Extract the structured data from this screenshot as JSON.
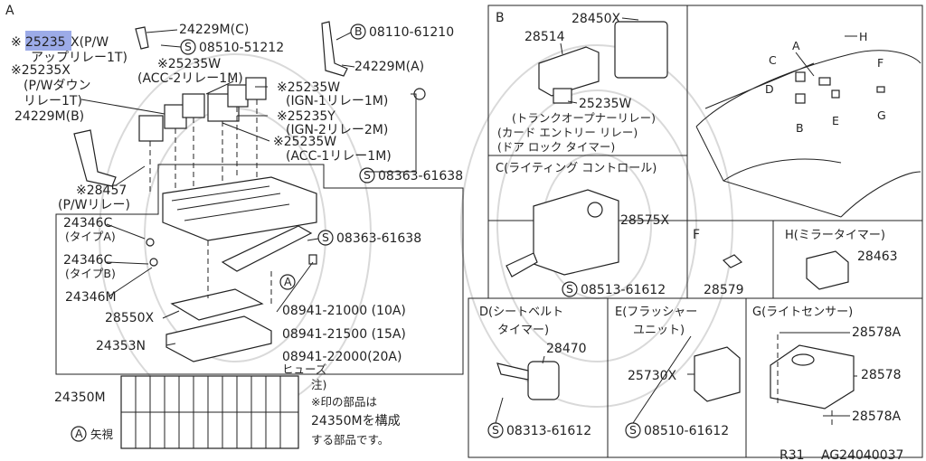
{
  "diagram": {
    "highlight_color": "#7b8fe0",
    "panels": {
      "A": {
        "letter": "A",
        "callouts": [
          {
            "text": "24229M(C)"
          },
          {
            "text": "※",
            "highlight": "25235",
            "rest": "X(P/W"
          },
          {
            "text": "アップリレー1T)"
          },
          {
            "text": "08510-51212"
          },
          {
            "text": "08110-61210"
          },
          {
            "text": "24229M(A)"
          },
          {
            "text": "※25235W"
          },
          {
            "text": "(ACC-2リレー1M)"
          },
          {
            "text": "※25235X"
          },
          {
            "text": "(P/Wダウン"
          },
          {
            "text": "リレー1T)"
          },
          {
            "text": "24229M(B)"
          },
          {
            "text": "※25235W"
          },
          {
            "text": "(IGN-1リレー1M)"
          },
          {
            "text": "※25235Y"
          },
          {
            "text": "(IGN-2リレー2M)"
          },
          {
            "text": "※25235W"
          },
          {
            "text": "(ACC-1リレー1M)"
          },
          {
            "text": "08363-61638"
          },
          {
            "text": "※28457"
          },
          {
            "text": "(P/Wリレー)"
          },
          {
            "text": "24346C"
          },
          {
            "text": "(タイプA)"
          },
          {
            "text": "24346C"
          },
          {
            "text": "(タイプB)"
          },
          {
            "text": "24346M"
          },
          {
            "text": "08363-61638"
          },
          {
            "text": "28550X"
          },
          {
            "text": "08941-21000 (10A)"
          },
          {
            "text": "24353N"
          },
          {
            "text": "08941-21500 (15A)"
          },
          {
            "text": "08941-22000(20A)"
          },
          {
            "text": "ヒューズ"
          },
          {
            "text": "24350M"
          },
          {
            "text": "注)"
          },
          {
            "text": "※印の部品は"
          },
          {
            "text": "24350Mを構成"
          },
          {
            "text": "する部品です。"
          },
          {
            "text": "A"
          },
          {
            "text": "矢視"
          },
          {
            "text": "A"
          }
        ]
      },
      "B": {
        "letter": "B",
        "callouts": [
          "28450X",
          "28514",
          "25235W",
          "(トランクオープナーリレー)",
          "(カード エントリー リレー)",
          "(ドア ロック タイマー)"
        ]
      },
      "C": {
        "title": "C(ライティング コントロール)",
        "callouts": [
          "28575X",
          "08513-61612"
        ]
      },
      "F": {
        "letter": "F",
        "callouts": [
          "28579"
        ]
      },
      "H": {
        "title": "H(ミラータイマー)",
        "callouts": [
          "28463"
        ]
      },
      "D": {
        "title": "D(シートベルト",
        "title2": "タイマー)",
        "callouts": [
          "28470",
          "08313-61612"
        ]
      },
      "E": {
        "title": "E(フラッシャー",
        "title2": "ユニット)",
        "callouts": [
          "25730X",
          "08510-61612"
        ]
      },
      "G": {
        "title": "G(ライトセンサー)",
        "callouts": [
          "28578A",
          "28578",
          "28578A"
        ]
      },
      "car": {
        "labels": [
          "A",
          "H",
          "C",
          "D",
          "F",
          "B",
          "E",
          "G"
        ]
      }
    },
    "screw_symbol": "S",
    "bolt_symbol": "B",
    "footer": {
      "left": "R31",
      "right": "AG24040037"
    }
  }
}
